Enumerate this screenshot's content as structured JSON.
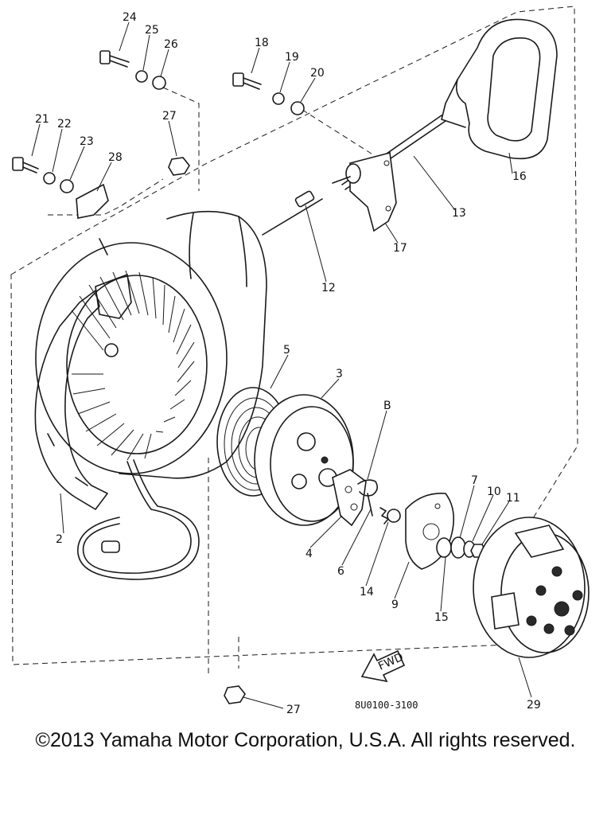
{
  "diagram": {
    "callouts": {
      "c2": "2",
      "c3": "3",
      "c4": "4",
      "c5": "5",
      "c6": "6",
      "c7": "7",
      "c9": "9",
      "c10": "10",
      "c11": "11",
      "c12": "12",
      "c13": "13",
      "c14": "14",
      "c15": "15",
      "c16": "16",
      "c17": "17",
      "c18": "18",
      "c19": "19",
      "c20": "20",
      "c21": "21",
      "c22": "22",
      "c23": "23",
      "c24": "24",
      "c25": "25",
      "c26": "26",
      "c27a": "27",
      "c27b": "27",
      "c28": "28",
      "c29": "29",
      "cB": "B"
    },
    "fwd_label": "FWD",
    "part_code": "8U0100-3100"
  },
  "footer": {
    "copyright": "©2013 Yamaha Motor Corporation, U.S.A. All rights reserved."
  }
}
